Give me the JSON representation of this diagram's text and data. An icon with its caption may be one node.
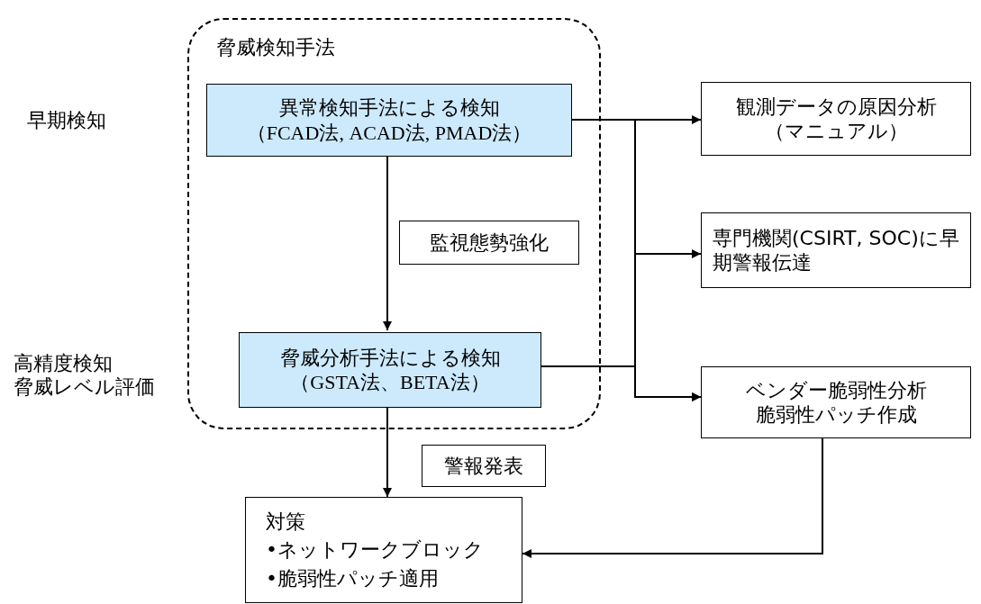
{
  "diagram": {
    "nodes": [
      {
        "text": [
          "脅威検知手法"
        ]
      },
      {
        "text": [
          "異常検知手法による検知",
          "（FCAD法, ACAD法, PMAD法）"
        ],
        "in": 0
      },
      {
        "text": [
          "監視態勢強化"
        ],
        "in": 0
      },
      {
        "text": [
          "脅威分析手法による検知",
          "（GSTA法、BETA法）"
        ],
        "in": 0
      },
      {
        "text": [
          "観測データの原因分析",
          "（マニュアル）"
        ]
      },
      {
        "text": [
          "専門機関(CSIRT, SOC)に早期警報伝達"
        ]
      },
      {
        "text": [
          "ベンダー脆弱性分析",
          "脆弱性パッチ作成"
        ]
      },
      {
        "text": [
          "警報発表"
        ]
      },
      {
        "text": [
          "対策",
          "•ネットワークブロック",
          "•脆弱性パッチ適用"
        ]
      }
    ],
    "edges": [
      {
        "from": 1,
        "to": 3,
        "arrow": "to"
      },
      {
        "from": 1,
        "to": 4,
        "arrow": "to"
      },
      {
        "from": 1,
        "to": 5,
        "arrow": "to"
      },
      {
        "from": 1,
        "to": 6,
        "arrow": "to"
      },
      {
        "from": 3,
        "to": 6,
        "arrow": "to"
      },
      {
        "from": 3,
        "to": 8,
        "arrow": "to"
      },
      {
        "from": 6,
        "to": 8,
        "arrow": "to"
      }
    ],
    "labels": [
      "早期検知",
      "高精度検知",
      "脅威レベル評価"
    ]
  }
}
